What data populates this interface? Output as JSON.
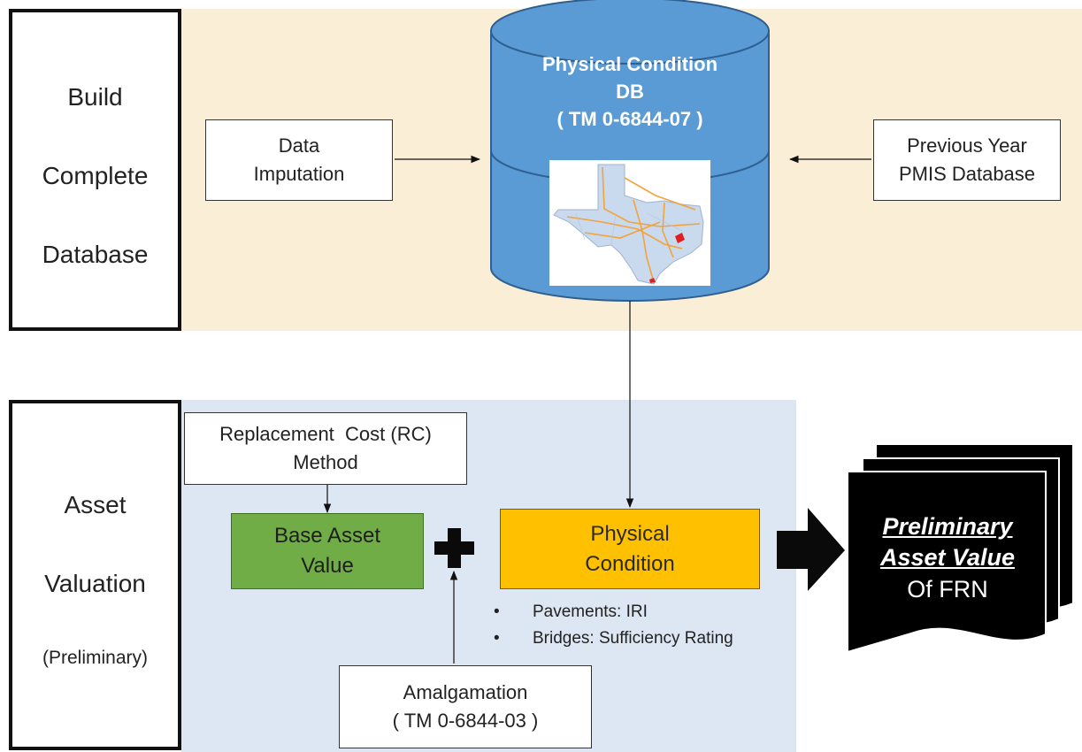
{
  "top_section": {
    "label_lines": [
      "Build",
      "Complete",
      "Database"
    ]
  },
  "bottom_section": {
    "label_lines": [
      "Asset",
      "Valuation"
    ],
    "label_sub": "(Preliminary)"
  },
  "data_imputation": {
    "lines": [
      "Data",
      "Imputation"
    ]
  },
  "previous_year": {
    "lines": [
      "Previous Year",
      "PMIS Database"
    ]
  },
  "physical_db": {
    "lines": [
      "Physical Condition",
      "DB",
      "( TM 0-6844-07 )"
    ]
  },
  "replacement_cost": {
    "lines": [
      "Replacement  Cost (RC)",
      "Method"
    ]
  },
  "base_asset": {
    "lines": [
      "Base Asset",
      "Value"
    ]
  },
  "physical_condition": {
    "lines": [
      "Physical",
      "Condition"
    ]
  },
  "bullets": [
    "Pavements: IRI",
    "Bridges: Sufficiency Rating"
  ],
  "bullet_char": "•",
  "amalgamation": {
    "lines": [
      "Amalgamation",
      "( TM 0-6844-03 )"
    ]
  },
  "preliminary": {
    "line1": "Preliminary",
    "line2": "Asset Value",
    "line3": "Of FRN"
  },
  "colors": {
    "top_band": "#fbeed6",
    "bottom_band": "#dde7f3",
    "cylinder": "#5b9bd5",
    "base_asset": "#70ad47",
    "physical_condition": "#ffc000",
    "document": "#000000"
  },
  "icons": [
    "texas-map-icon",
    "plus-icon",
    "big-arrow-icon"
  ]
}
